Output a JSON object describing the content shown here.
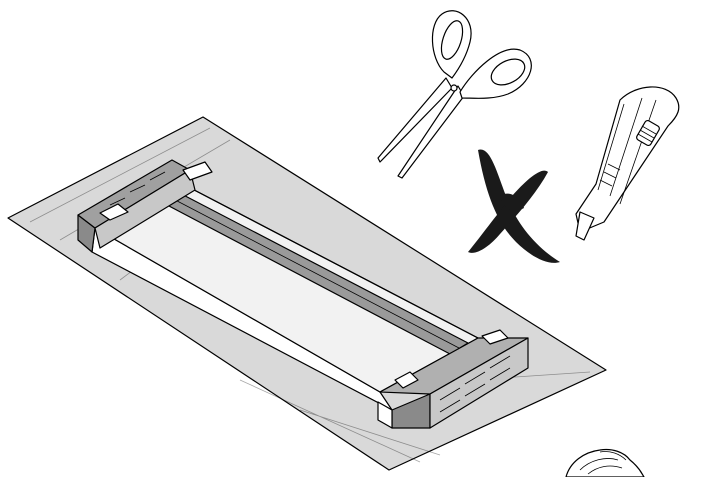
{
  "illustration": {
    "kind": "unpacking-instruction",
    "items": [
      {
        "name": "packaged-product",
        "icon": "box-on-plastic-sheet-icon"
      },
      {
        "name": "scissors",
        "icon": "scissors-icon"
      },
      {
        "name": "prohibited-mark",
        "icon": "cross-mark-icon"
      },
      {
        "name": "utility-knife",
        "icon": "utility-knife-icon"
      },
      {
        "name": "hand",
        "icon": "hand-icon"
      }
    ],
    "colors": {
      "sheet_fill": "#d9d9d9",
      "product_fill": "#ffffff",
      "corner_fill": "#8a8a8a",
      "cross_mark": "#1a1a1a",
      "line": "#000000"
    }
  }
}
